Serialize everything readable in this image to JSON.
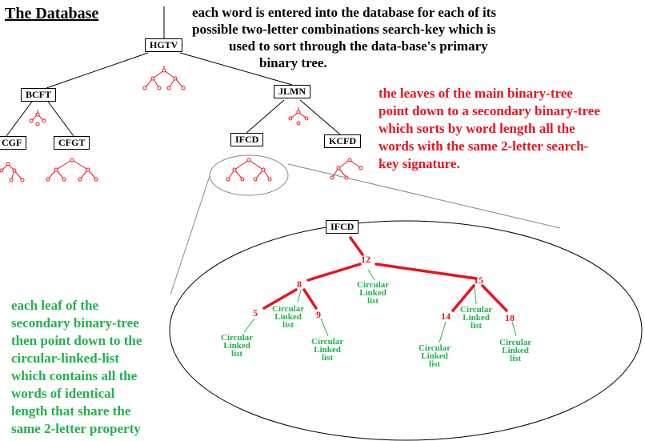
{
  "title": "The Database",
  "top_note": [
    "each word is entered into the database for each of its",
    "possible two-letter combinations search-key which is",
    "used to sort through the data-base's primary",
    "binary tree."
  ],
  "red_note": [
    "the leaves of the main binary-tree",
    "point down to a secondary binary-tree",
    "which sorts by word length all the",
    "words with the same 2-letter search-",
    "key signature."
  ],
  "green_note": [
    "each leaf of the",
    "secondary binary-tree",
    "then point down to the",
    "circular-linked-list",
    "which contains all the",
    "words of identical",
    "length that share the",
    "same 2-letter property"
  ],
  "primary_nodes": {
    "root": "HGTV",
    "left": "BCFT",
    "right": "JLMN",
    "left_left": "CGF",
    "left_right": "CFGT",
    "right_left": "IFCD",
    "right_right": "KCFD"
  },
  "secondary_tree": {
    "root_key": "IFCD",
    "lengths": {
      "root": "12",
      "left": "8",
      "right": "15",
      "left_left": "5",
      "left_right": "9",
      "right_left": "14",
      "right_right": "18"
    },
    "list_label": "Circular\nLinked\nlist"
  },
  "colors": {
    "red": "#e8141e",
    "green": "#22b14c",
    "black": "#000000"
  }
}
